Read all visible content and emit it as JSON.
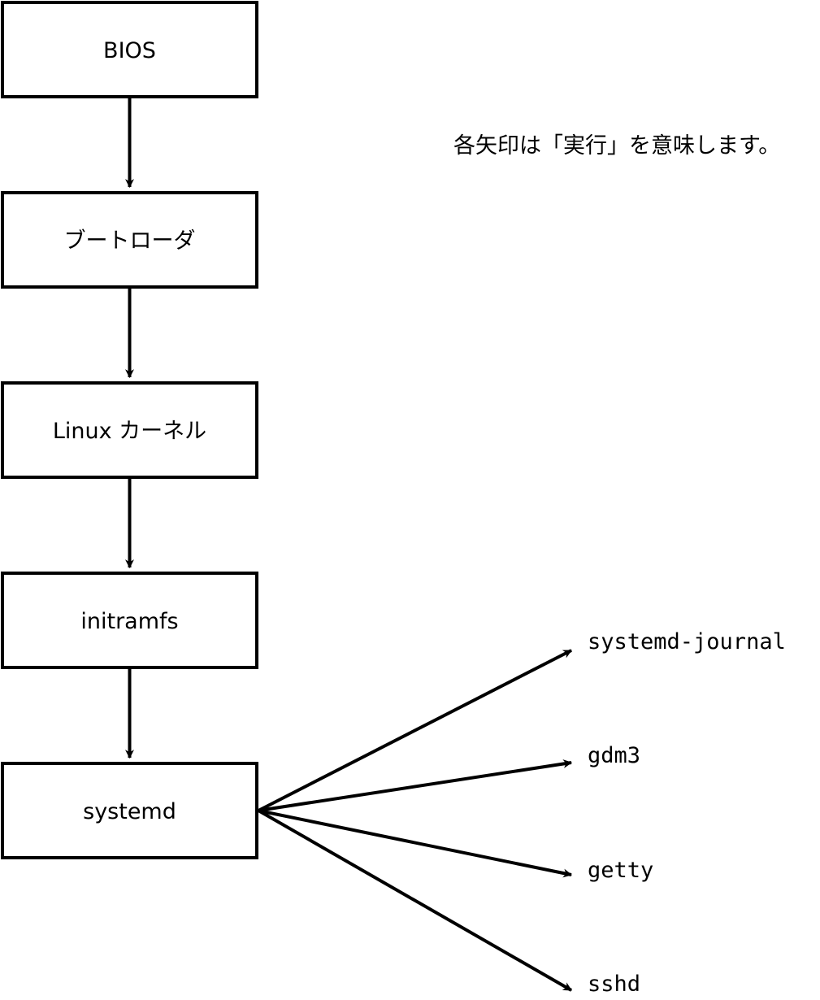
{
  "note": "各矢印は「実行」を意味します。",
  "boot_chain": [
    {
      "label": "BIOS"
    },
    {
      "label": "ブートローダ"
    },
    {
      "label": "Linux カーネル"
    },
    {
      "label": "initramfs"
    },
    {
      "label": "systemd"
    }
  ],
  "systemd_children": [
    {
      "label": "systemd-journal"
    },
    {
      "label": "gdm3"
    },
    {
      "label": "getty"
    },
    {
      "label": "sshd"
    }
  ],
  "colors": {
    "stroke": "#000000",
    "background": "#ffffff"
  }
}
